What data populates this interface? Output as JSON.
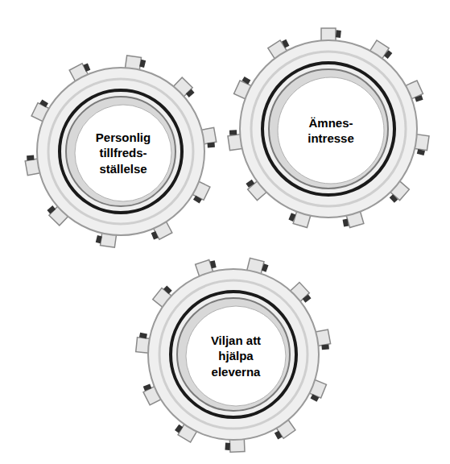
{
  "diagram": {
    "nodes": [
      {
        "text": [
          "Personlig tillfreds- ställelse"
        ]
      },
      {
        "text": [
          "Ämnes- intresse"
        ]
      },
      {
        "text": [
          "Viljan att hjälpa eleverna"
        ]
      }
    ]
  }
}
